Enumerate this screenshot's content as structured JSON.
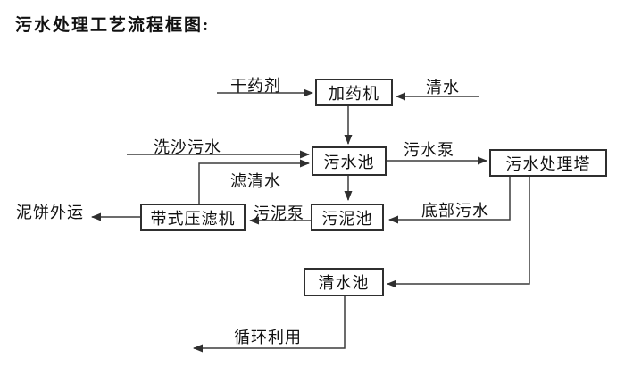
{
  "title": "污水处理工艺流程框图:",
  "nodes": {
    "dosing_machine": {
      "label": "加药机"
    },
    "sewage_pool": {
      "label": "污水池"
    },
    "treatment_tower": {
      "label": "污水处理塔"
    },
    "sludge_pool": {
      "label": "污泥池"
    },
    "belt_filter_press": {
      "label": "带式压滤机"
    },
    "clean_water_pool": {
      "label": "清水池"
    }
  },
  "flow_labels": {
    "dry_agent": "干药剂",
    "clean_water": "清水",
    "sand_washing_sewage": "洗沙污水",
    "sewage_pump": "污水泵",
    "filtered_water": "滤清水",
    "sludge_pump": "污泥泵",
    "bottom_sewage": "底部污水",
    "mud_cake_out": "泥饼外运",
    "recycle_use": "循环利用"
  },
  "colors": {
    "background": "#ffffff",
    "line": "#3c3c3c",
    "box_border": "#2f2f2f",
    "box_fill": "#ffffff",
    "text": "#111111"
  }
}
